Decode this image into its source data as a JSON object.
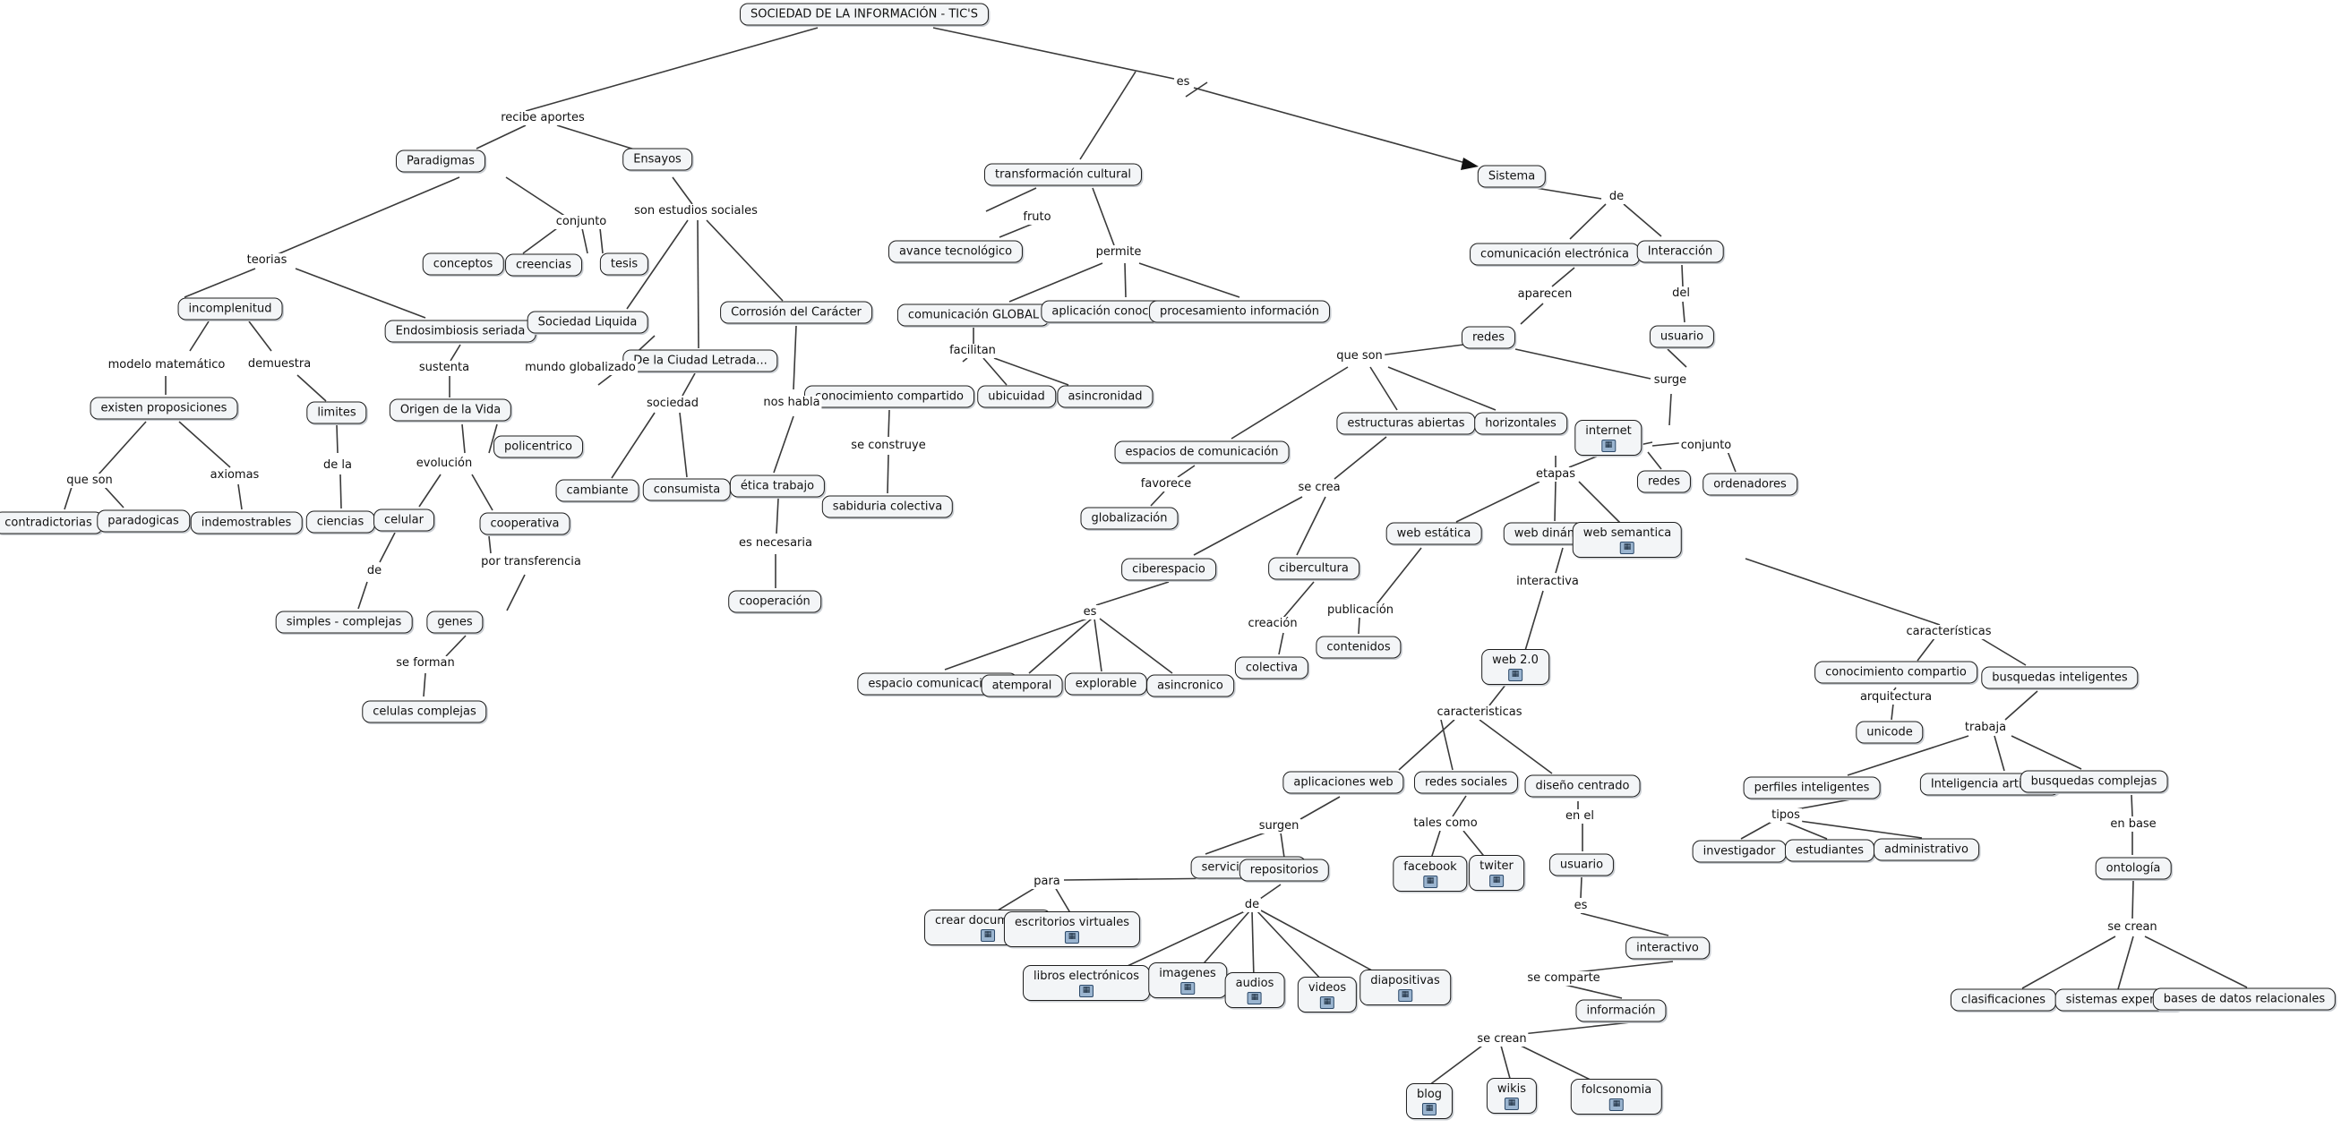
{
  "title": "SOCIEDAD DE LA INFORMACIÓN - TIC'S",
  "resource_icon": "resource-icon",
  "nodes": {
    "root": "SOCIEDAD DE LA INFORMACIÓN - TIC'S",
    "paradigmas": "Paradigmas",
    "ensayos": "Ensayos",
    "transformacion": "transformación cultural",
    "sistema": "Sistema",
    "incomplenitud": "incomplenitud",
    "endosimbiosis": "Endosimbiosis seriada",
    "conceptos": "conceptos",
    "creencias": "creencias",
    "tesis": "tesis",
    "sociedad_liquida": "Sociedad Liquida",
    "corrosion": "Corrosión del Carácter",
    "ciudad_letrada": "De la Ciudad Letrada...",
    "existen_prop": "existen proposiciones",
    "limites": "limites",
    "origen_vida": "Origen de la Vida",
    "policentrico": "policentrico",
    "contradictorias": "contradictorias",
    "paradogicas": "paradogicas",
    "indemostrables": "indemostrables",
    "ciencias": "ciencias",
    "celular": "celular",
    "cooperativa": "cooperativa",
    "simples_complejas": "simples - complejas",
    "genes": "genes",
    "celulas_complejas": "celulas complejas",
    "cambiante": "cambiante",
    "consumista": "consumista",
    "etica_trabajo": "ética trabajo",
    "cooperacion": "cooperación",
    "avance_tec": "avance tecnológico",
    "comunicacion_global": "comunicación GLOBAL",
    "aplicacion_con": "aplicación conocimiento",
    "procesamiento": "procesamiento información",
    "conocimiento_comp": "conocimiento compartido",
    "ubicuidad": "ubicuidad",
    "asincronidad": "asincronidad",
    "sabiduria": "sabiduria colectiva",
    "com_electronica": "comunicación electrónica",
    "interaccion": "Interacción",
    "redes": "redes",
    "usuario_top": "usuario",
    "espacios_com": "espacios de comunicación",
    "estructuras": "estructuras abiertas",
    "horizontales": "horizontales",
    "globalizacion": "globalización",
    "internet": "internet",
    "redes2": "redes",
    "ordenadores": "ordenadores",
    "ciberespacio": "ciberespacio",
    "cibercultura": "cibercultura",
    "espacio_com": "espacio comunicacional",
    "atemporal": "atemporal",
    "explorable": "explorable",
    "asincronico": "asincronico",
    "colectiva": "colectiva",
    "web_estatica": "web estática",
    "web_dinamica": "web dinámica",
    "web_semantica": "web semantica",
    "contenidos": "contenidos",
    "web20": "web 2.0",
    "conocimiento_comp2": "conocimiento compartio",
    "busquedas_int": "busquedas inteligentes",
    "unicode": "unicode",
    "aplicaciones_web": "aplicaciones web",
    "redes_sociales": "redes sociales",
    "diseno_centrado": "diseño centrado",
    "perfiles": "perfiles inteligentes",
    "inteligencia_art": "Inteligencia artificial",
    "busquedas_comp": "busquedas complejas",
    "servicios": "servicios on line",
    "repositorios": "repositorios",
    "facebook": "facebook",
    "twiter": "twiter",
    "usuario2": "usuario",
    "investigador": "investigador",
    "estudiantes": "estudiantes",
    "administrativo": "administrativo",
    "ontologia": "ontología",
    "crear_docs": "crear documentos",
    "escritorios": "escritorios virtuales",
    "libros": "libros electrónicos",
    "imagenes": "imagenes",
    "audios": "audios",
    "videos": "videos",
    "diapositivas": "diapositivas",
    "interactivo": "interactivo",
    "informacion": "información",
    "blog": "blog",
    "wikis": "wikis",
    "folcsonomia": "folcsonomia",
    "clasificaciones": "clasificaciones",
    "sistemas_expertos": "sistemas expertos",
    "bases_datos": "bases de datos relacionales"
  },
  "links": {
    "recibe_aportes": "recibe aportes",
    "es_top": "es",
    "teorias": "teorias",
    "conjunto1": "conjunto",
    "son_estudios": "son estudios sociales",
    "fruto": "fruto",
    "permite": "permite",
    "de_sistema": "de",
    "modelo": "modelo matemático",
    "demuestra": "demuestra",
    "sustenta": "sustenta",
    "mundo_glob": "mundo globalizado",
    "sociedad": "sociedad",
    "nos_habla": "nos habla",
    "facilitan": "facilitan",
    "aparecen": "aparecen",
    "del": "del",
    "que_son1": "que son",
    "axiomas": "axiomas",
    "de_la": "de la",
    "evolucion": "evolución",
    "se_construye": "se construye",
    "que_son2": "que son",
    "surge": "surge",
    "de_celular": "de",
    "por_transferencia": "por transferencia",
    "es_necesaria": "es necesaria",
    "favorece": "favorece",
    "se_crea": "se crea",
    "conjunto2": "conjunto",
    "etapas": "etapas",
    "se_forman": "se forman",
    "es_ciber": "es",
    "interactiva": "interactiva",
    "publicacion": "publicación",
    "creacion": "creación",
    "caracteristicas1": "características",
    "arquitectura": "arquitectura",
    "trabaja": "trabaja",
    "caracteristicas2": "caracteristicas",
    "surgen": "surgen",
    "tales_como": "tales como",
    "en_el": "en el",
    "tipos": "tipos",
    "en_base": "en base",
    "para": "para",
    "de_repo": "de",
    "es_usuario": "es",
    "se_comparte": "se comparte",
    "se_crean1": "se crean",
    "se_crean2": "se crean"
  }
}
